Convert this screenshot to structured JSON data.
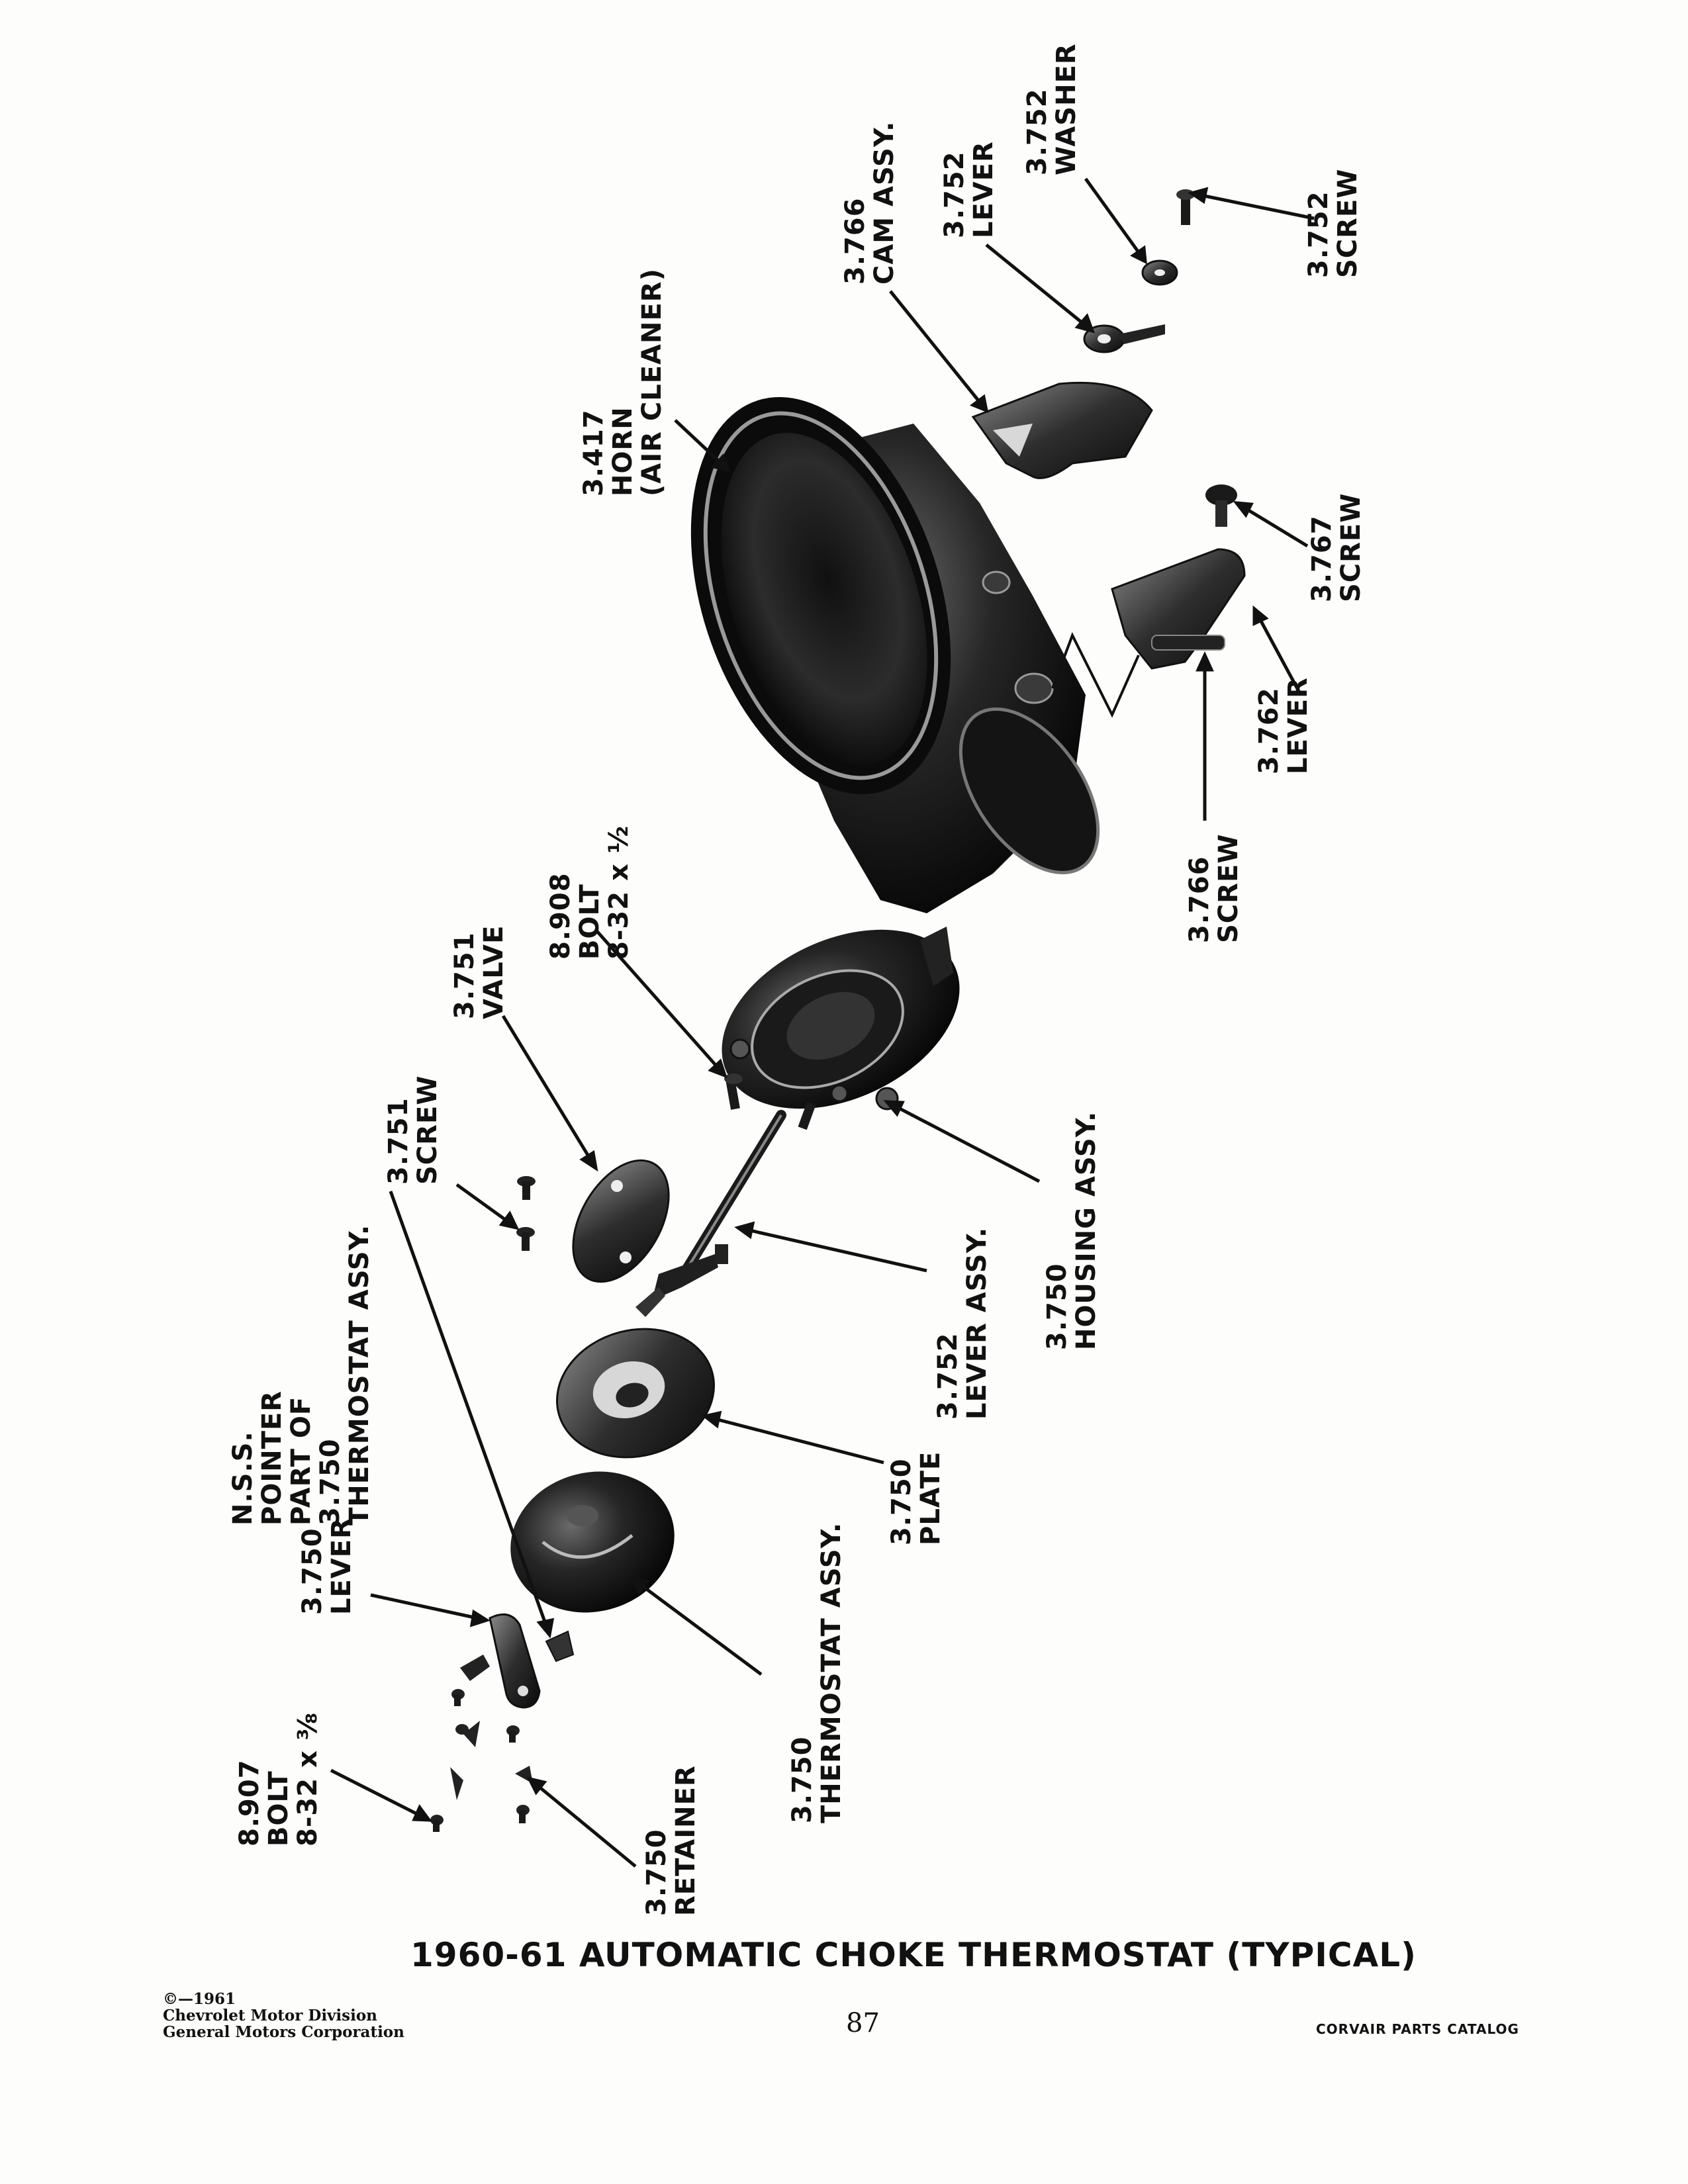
{
  "labels": {
    "horn": [
      "3.417",
      "HORN",
      "(AIR CLEANER)"
    ],
    "cam_assy": [
      "3.766",
      "CAM ASSY."
    ],
    "lever_top": [
      "3.752",
      "LEVER"
    ],
    "washer": [
      "3.752",
      "WASHER"
    ],
    "screw_top": [
      "3.752",
      "SCREW"
    ],
    "screw_3767": [
      "3.767",
      "SCREW"
    ],
    "lever_3762": [
      "3.762",
      "LEVER"
    ],
    "screw_3766": [
      "3.766",
      "SCREW"
    ],
    "bolt_8908": [
      "8.908",
      "BOLT",
      "8-32 x ½"
    ],
    "valve": [
      "3.751",
      "VALVE"
    ],
    "screw_3751": [
      "3.751",
      "SCREW"
    ],
    "housing_assy": [
      "3.750",
      "HOUSING ASSY."
    ],
    "lever_assy": [
      "3.752",
      "LEVER ASSY."
    ],
    "nss_pointer": [
      "N.S.S.",
      "POINTER",
      "PART OF",
      "3.750",
      "THERMOSTAT ASSY."
    ],
    "plate": [
      "3.750",
      "PLATE"
    ],
    "lever_3750": [
      "3.750",
      "LEVER"
    ],
    "thermostat_assy": [
      "3.750",
      "THERMOSTAT ASSY."
    ],
    "bolt_8907": [
      "8.907",
      "BOLT",
      "8-32 x ⅜"
    ],
    "retainer": [
      "3.750",
      "RETAINER"
    ]
  },
  "title": "1960-61 AUTOMATIC CHOKE THERMOSTAT (TYPICAL)",
  "footer": {
    "copyright": [
      "©—1961",
      "Chevrolet Motor Division",
      "General Motors Corporation"
    ],
    "page_number": "87",
    "catalog": "CORVAIR PARTS CATALOG"
  }
}
